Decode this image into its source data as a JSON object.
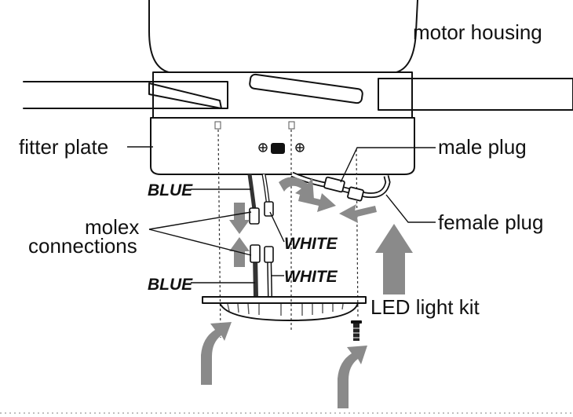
{
  "labels": {
    "motor_housing": "motor housing",
    "fitter_plate": "fitter plate",
    "male_plug": "male plug",
    "female_plug": "female plug",
    "molex_line1": "molex",
    "molex_line2": "connections",
    "blue_top": "BLUE",
    "white_top": "WHITE",
    "blue_bottom": "BLUE",
    "white_bottom": "WHITE",
    "led_light_kit": "LED light kit"
  },
  "colors": {
    "arrow_gray": "#8a8a8a",
    "outline": "#111111",
    "blue_wire": "#333333",
    "white_wire": "#ffffff"
  }
}
